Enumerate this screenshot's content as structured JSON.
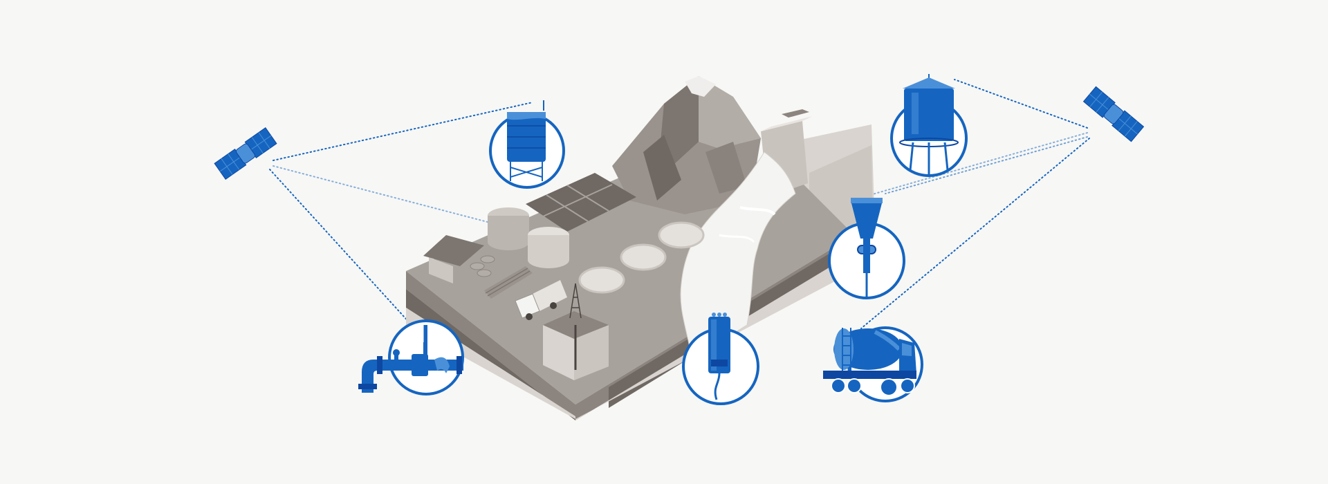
{
  "illustration": {
    "subject": "water-monitoring-network",
    "text_labels": []
  },
  "colors": {
    "background": "#f7f7f5",
    "accent_blue": "#1565c0",
    "accent_light": "#4a90d9",
    "terrain_top": "#a8a29d",
    "terrain_side": "#7a726c",
    "terrain_light": "#d9d4cf",
    "water": "#f4f4f2"
  },
  "nodes": [
    {
      "id": "satellite-left",
      "icon": "satellite-icon"
    },
    {
      "id": "satellite-right",
      "icon": "satellite-icon"
    },
    {
      "id": "storage-tank",
      "icon": "water-tank-icon"
    },
    {
      "id": "water-tower",
      "icon": "water-tower-icon"
    },
    {
      "id": "pipeline-valve",
      "icon": "pipe-valve-icon"
    },
    {
      "id": "level-sensor",
      "icon": "level-sensor-icon"
    },
    {
      "id": "river-probe",
      "icon": "water-probe-icon"
    },
    {
      "id": "tanker-truck",
      "icon": "tanker-truck-icon"
    }
  ],
  "links": [
    [
      "satellite-left",
      "storage-tank"
    ],
    [
      "satellite-left",
      "pipeline-valve"
    ],
    [
      "satellite-left",
      "clarifier"
    ],
    [
      "satellite-right",
      "water-tower"
    ],
    [
      "satellite-right",
      "level-sensor"
    ],
    [
      "satellite-right",
      "tanker-truck"
    ],
    [
      "satellite-right",
      "dam"
    ]
  ]
}
